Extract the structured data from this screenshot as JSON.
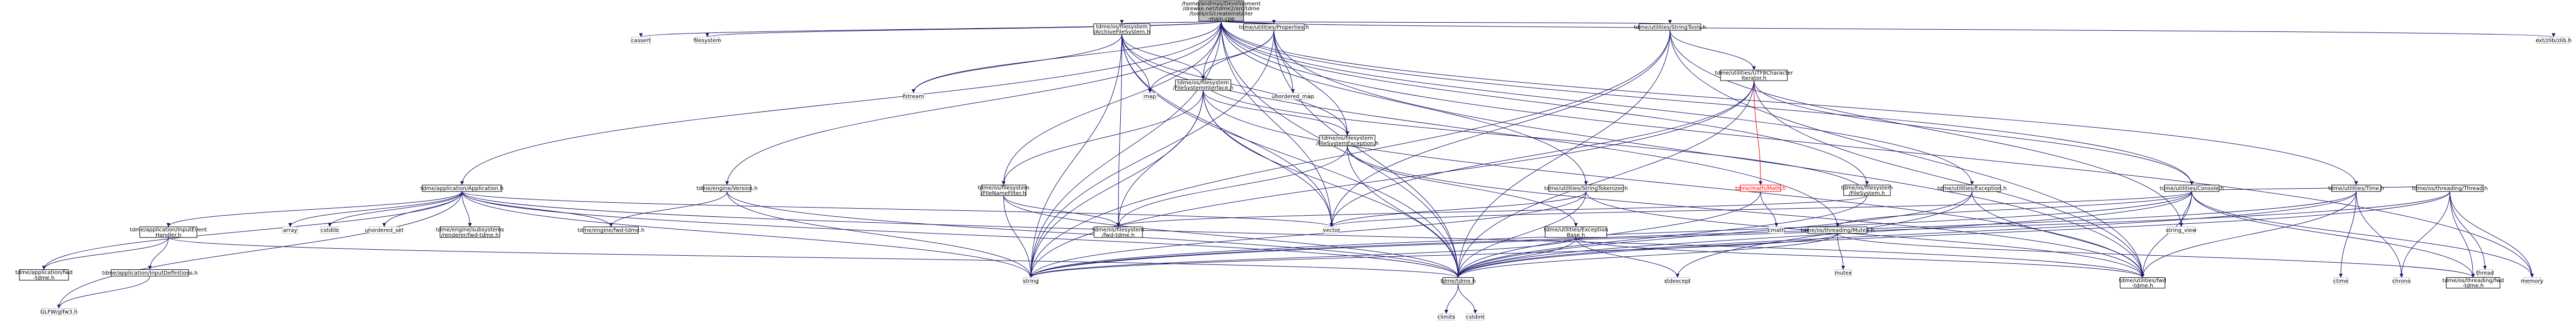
{
  "nodes": [
    {
      "id": "root",
      "lines": [
        "/home/andreas/Development",
        "/drewke.net/tdme2/src/tdme",
        "/tools/cli/createinstaller",
        "-main.cpp"
      ],
      "kind": "root"
    },
    {
      "id": "cassert",
      "lines": [
        "cassert"
      ],
      "kind": "sys"
    },
    {
      "id": "filesystem",
      "lines": [
        "filesystem"
      ],
      "kind": "sys"
    },
    {
      "id": "app_h",
      "lines": [
        "tdme/application/Application.h"
      ],
      "kind": "file"
    },
    {
      "id": "engine_version_h",
      "lines": [
        "tdme/engine/Version.h"
      ],
      "kind": "file"
    },
    {
      "id": "fstream",
      "lines": [
        "fstream"
      ],
      "kind": "sys"
    },
    {
      "id": "archive_fs_h",
      "lines": [
        "tdme/os/filesystem",
        "/ArchiveFileSystem.h"
      ],
      "kind": "file"
    },
    {
      "id": "map",
      "lines": [
        "map"
      ],
      "kind": "sys"
    },
    {
      "id": "properties_h",
      "lines": [
        "tdme/utilities/Properties.h"
      ],
      "kind": "file"
    },
    {
      "id": "unordered_map",
      "lines": [
        "unordered_map"
      ],
      "kind": "sys"
    },
    {
      "id": "fs_interface_h",
      "lines": [
        "tdme/os/filesystem",
        "/FileSystemInterface.h"
      ],
      "kind": "file"
    },
    {
      "id": "filename_filter_h",
      "lines": [
        "tdme/os/filesystem",
        "/FileNameFilter.h"
      ],
      "kind": "file"
    },
    {
      "id": "fs_exception_h",
      "lines": [
        "tdme/os/filesystem",
        "/FileSystemException.h"
      ],
      "kind": "file"
    },
    {
      "id": "stringtools_h",
      "lines": [
        "tdme/utilities/StringTools.h"
      ],
      "kind": "file"
    },
    {
      "id": "utf8_iter_h",
      "lines": [
        "tdme/utilities/UTF8Character",
        "Iterator.h"
      ],
      "kind": "file"
    },
    {
      "id": "math_h",
      "lines": [
        "tdme/math/Math.h"
      ],
      "kind": "red"
    },
    {
      "id": "tokenizer_h",
      "lines": [
        "tdme/utilities/StringTokenizer.h"
      ],
      "kind": "file"
    },
    {
      "id": "filesystem_h",
      "lines": [
        "tdme/os/filesystem",
        "/FileSystem.h"
      ],
      "kind": "file"
    },
    {
      "id": "exception_h",
      "lines": [
        "tdme/utilities/Exception.h"
      ],
      "kind": "file"
    },
    {
      "id": "console_h",
      "lines": [
        "tdme/utilities/Console.h"
      ],
      "kind": "file"
    },
    {
      "id": "time_h",
      "lines": [
        "tdme/utilities/Time.h"
      ],
      "kind": "file"
    },
    {
      "id": "thread_h",
      "lines": [
        "tdme/os/threading/Thread.h"
      ],
      "kind": "file"
    },
    {
      "id": "ext_zlib",
      "lines": [
        "ext/zlib/zlib.h"
      ],
      "kind": "sys"
    },
    {
      "id": "input_handler_h",
      "lines": [
        "tdme/application/InputEvent",
        "Handler.h"
      ],
      "kind": "file"
    },
    {
      "id": "array",
      "lines": [
        "array"
      ],
      "kind": "sys"
    },
    {
      "id": "cstdlib",
      "lines": [
        "cstdlib"
      ],
      "kind": "sys"
    },
    {
      "id": "unordered_set",
      "lines": [
        "unordered_set"
      ],
      "kind": "sys"
    },
    {
      "id": "subsystems_fwd",
      "lines": [
        "tdme/engine/subsystems",
        "/renderer/fwd-tdme.h"
      ],
      "kind": "file"
    },
    {
      "id": "engine_fwd",
      "lines": [
        "tdme/engine/fwd-tdme.h"
      ],
      "kind": "file"
    },
    {
      "id": "app_fwd",
      "lines": [
        "tdme/application/fwd",
        "-tdme.h"
      ],
      "kind": "file"
    },
    {
      "id": "input_defs_h",
      "lines": [
        "tdme/application/InputDefinitions.h"
      ],
      "kind": "file"
    },
    {
      "id": "glfw",
      "lines": [
        "GLFW/glfw3.h"
      ],
      "kind": "sys"
    },
    {
      "id": "fs_fwd",
      "lines": [
        "tdme/os/filesystem",
        "/fwd-tdme.h"
      ],
      "kind": "file"
    },
    {
      "id": "vector",
      "lines": [
        "vector"
      ],
      "kind": "sys"
    },
    {
      "id": "cmath",
      "lines": [
        "cmath"
      ],
      "kind": "sys"
    },
    {
      "id": "exc_base_h",
      "lines": [
        "tdme/utilities/Exception",
        "Base.h"
      ],
      "kind": "file"
    },
    {
      "id": "mutex_h",
      "lines": [
        "tdme/os/threading/Mutex.h"
      ],
      "kind": "file"
    },
    {
      "id": "string_view",
      "lines": [
        "string_view"
      ],
      "kind": "sys"
    },
    {
      "id": "string",
      "lines": [
        "string"
      ],
      "kind": "sys"
    },
    {
      "id": "tdme_h",
      "lines": [
        "tdme/tdme.h"
      ],
      "kind": "file"
    },
    {
      "id": "stdexcept",
      "lines": [
        "stdexcept"
      ],
      "kind": "sys"
    },
    {
      "id": "mutex",
      "lines": [
        "mutex"
      ],
      "kind": "sys"
    },
    {
      "id": "utilities_fwd",
      "lines": [
        "tdme/utilities/fwd",
        "-tdme.h"
      ],
      "kind": "file"
    },
    {
      "id": "ctime",
      "lines": [
        "ctime"
      ],
      "kind": "sys"
    },
    {
      "id": "chrono",
      "lines": [
        "chrono"
      ],
      "kind": "sys"
    },
    {
      "id": "threading_fwd",
      "lines": [
        "tdme/os/threading/fwd",
        "-tdme.h"
      ],
      "kind": "file"
    },
    {
      "id": "thread",
      "lines": [
        "thread"
      ],
      "kind": "sys"
    },
    {
      "id": "memory",
      "lines": [
        "memory"
      ],
      "kind": "sys"
    },
    {
      "id": "climits",
      "lines": [
        "climits"
      ],
      "kind": "sys"
    },
    {
      "id": "cstdint",
      "lines": [
        "cstdint"
      ],
      "kind": "sys"
    }
  ],
  "edges": [
    [
      "root",
      "cassert"
    ],
    [
      "root",
      "filesystem"
    ],
    [
      "root",
      "app_h"
    ],
    [
      "root",
      "engine_version_h"
    ],
    [
      "root",
      "fstream"
    ],
    [
      "root",
      "archive_fs_h"
    ],
    [
      "root",
      "properties_h"
    ],
    [
      "root",
      "fs_interface_h"
    ],
    [
      "root",
      "filename_filter_h"
    ],
    [
      "root",
      "stringtools_h"
    ],
    [
      "root",
      "tokenizer_h"
    ],
    [
      "root",
      "filesystem_h"
    ],
    [
      "root",
      "console_h"
    ],
    [
      "root",
      "time_h"
    ],
    [
      "root",
      "ext_zlib"
    ],
    [
      "root",
      "exception_h"
    ],
    [
      "root",
      "string"
    ],
    [
      "root",
      "vector"
    ],
    [
      "root",
      "tdme_h"
    ],
    [
      "root",
      "memory"
    ],
    [
      "app_h",
      "input_handler_h"
    ],
    [
      "app_h",
      "array"
    ],
    [
      "app_h",
      "cstdlib"
    ],
    [
      "app_h",
      "unordered_set"
    ],
    [
      "app_h",
      "subsystems_fwd"
    ],
    [
      "app_h",
      "engine_fwd"
    ],
    [
      "app_h",
      "app_fwd"
    ],
    [
      "app_h",
      "glfw"
    ],
    [
      "app_h",
      "string"
    ],
    [
      "app_h",
      "vector"
    ],
    [
      "app_h",
      "tdme_h"
    ],
    [
      "app_h",
      "utilities_fwd"
    ],
    [
      "input_handler_h",
      "app_fwd"
    ],
    [
      "input_handler_h",
      "input_defs_h"
    ],
    [
      "input_handler_h",
      "tdme_h"
    ],
    [
      "input_defs_h",
      "glfw"
    ],
    [
      "engine_version_h",
      "engine_fwd"
    ],
    [
      "engine_version_h",
      "string"
    ],
    [
      "engine_version_h",
      "tdme_h"
    ],
    [
      "archive_fs_h",
      "fstream"
    ],
    [
      "archive_fs_h",
      "map"
    ],
    [
      "archive_fs_h",
      "fs_interface_h"
    ],
    [
      "archive_fs_h",
      "fs_exception_h"
    ],
    [
      "archive_fs_h",
      "fs_fwd"
    ],
    [
      "archive_fs_h",
      "string"
    ],
    [
      "archive_fs_h",
      "vector"
    ],
    [
      "archive_fs_h",
      "tdme_h"
    ],
    [
      "archive_fs_h",
      "mutex_h"
    ],
    [
      "properties_h",
      "map"
    ],
    [
      "properties_h",
      "unordered_map"
    ],
    [
      "properties_h",
      "fs_interface_h"
    ],
    [
      "properties_h",
      "fs_exception_h"
    ],
    [
      "properties_h",
      "string"
    ],
    [
      "properties_h",
      "tdme_h"
    ],
    [
      "properties_h",
      "utilities_fwd"
    ],
    [
      "fs_interface_h",
      "fs_fwd"
    ],
    [
      "fs_interface_h",
      "fs_exception_h"
    ],
    [
      "fs_interface_h",
      "filename_filter_h"
    ],
    [
      "fs_interface_h",
      "string"
    ],
    [
      "fs_interface_h",
      "vector"
    ],
    [
      "fs_interface_h",
      "tdme_h"
    ],
    [
      "fs_interface_h",
      "utilities_fwd"
    ],
    [
      "filename_filter_h",
      "fs_fwd"
    ],
    [
      "filename_filter_h",
      "string"
    ],
    [
      "filename_filter_h",
      "tdme_h"
    ],
    [
      "fs_exception_h",
      "exc_base_h"
    ],
    [
      "fs_exception_h",
      "fs_fwd"
    ],
    [
      "fs_exception_h",
      "tdme_h"
    ],
    [
      "fs_exception_h",
      "utilities_fwd"
    ],
    [
      "stringtools_h",
      "utf8_iter_h"
    ],
    [
      "stringtools_h",
      "string"
    ],
    [
      "stringtools_h",
      "string_view"
    ],
    [
      "stringtools_h",
      "vector"
    ],
    [
      "stringtools_h",
      "tdme_h"
    ],
    [
      "stringtools_h",
      "utilities_fwd"
    ],
    [
      "utf8_iter_h",
      "math_h"
    ],
    [
      "utf8_iter_h",
      "console_h"
    ],
    [
      "utf8_iter_h",
      "string"
    ],
    [
      "utf8_iter_h",
      "vector"
    ],
    [
      "utf8_iter_h",
      "tdme_h"
    ],
    [
      "utf8_iter_h",
      "utilities_fwd"
    ],
    [
      "math_h",
      "cmath"
    ],
    [
      "math_h",
      "tdme_h"
    ],
    [
      "tokenizer_h",
      "string"
    ],
    [
      "tokenizer_h",
      "vector"
    ],
    [
      "tokenizer_h",
      "tdme_h"
    ],
    [
      "tokenizer_h",
      "utilities_fwd"
    ],
    [
      "filesystem_h",
      "fs_fwd"
    ],
    [
      "filesystem_h",
      "fs_interface_h"
    ],
    [
      "filesystem_h",
      "tdme_h"
    ],
    [
      "exception_h",
      "stdexcept"
    ],
    [
      "exception_h",
      "tdme_h"
    ],
    [
      "exception_h",
      "utilities_fwd"
    ],
    [
      "console_h",
      "mutex_h"
    ],
    [
      "console_h",
      "thread_h"
    ],
    [
      "console_h",
      "string"
    ],
    [
      "console_h",
      "string_view"
    ],
    [
      "console_h",
      "vector"
    ],
    [
      "console_h",
      "memory"
    ],
    [
      "console_h",
      "tdme_h"
    ],
    [
      "console_h",
      "utilities_fwd"
    ],
    [
      "console_h",
      "threading_fwd"
    ],
    [
      "time_h",
      "ctime"
    ],
    [
      "time_h",
      "chrono"
    ],
    [
      "time_h",
      "string"
    ],
    [
      "time_h",
      "tdme_h"
    ],
    [
      "time_h",
      "utilities_fwd"
    ],
    [
      "thread_h",
      "thread"
    ],
    [
      "thread_h",
      "chrono"
    ],
    [
      "thread_h",
      "memory"
    ],
    [
      "thread_h",
      "string"
    ],
    [
      "thread_h",
      "tdme_h"
    ],
    [
      "thread_h",
      "threading_fwd"
    ],
    [
      "exc_base_h",
      "stdexcept"
    ],
    [
      "exc_base_h",
      "string"
    ],
    [
      "exc_base_h",
      "tdme_h"
    ],
    [
      "exc_base_h",
      "utilities_fwd"
    ],
    [
      "mutex_h",
      "mutex"
    ],
    [
      "mutex_h",
      "string"
    ],
    [
      "mutex_h",
      "tdme_h"
    ],
    [
      "mutex_h",
      "threading_fwd"
    ],
    [
      "tdme_h",
      "climits"
    ],
    [
      "tdme_h",
      "cstdint"
    ]
  ]
}
